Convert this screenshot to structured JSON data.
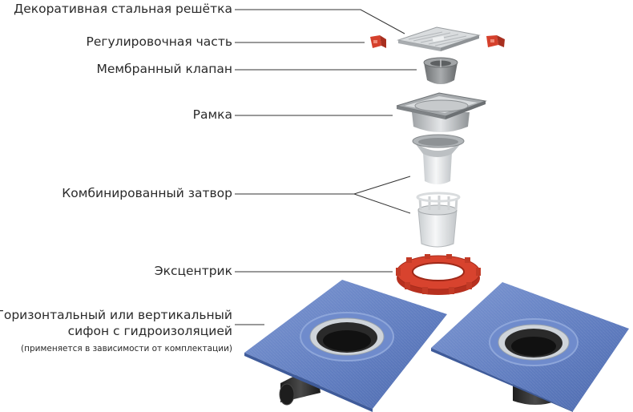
{
  "labels": {
    "grate": "Декоративная стальная решётка",
    "adjuster": "Регулировочная часть",
    "membrane_valve": "Мембранный клапан",
    "frame": "Рамка",
    "combined_trap": "Комбинированный затвор",
    "eccentric": "Эксцентрик",
    "siphon_line1": "Горизонтальный или вертикальный",
    "siphon_line2": "сифон с гидроизоляцией",
    "siphon_note": "(применяется в зависимости от комплектации)"
  },
  "colors": {
    "leader_line": "#333333",
    "steel": "#bfc3c6",
    "grey_plastic": "#8d9092",
    "white_plastic": "#e9ecee",
    "red_part": "#d8432e",
    "membrane_blue": "#6b87c6",
    "black_pipe": "#2b2b2b"
  }
}
